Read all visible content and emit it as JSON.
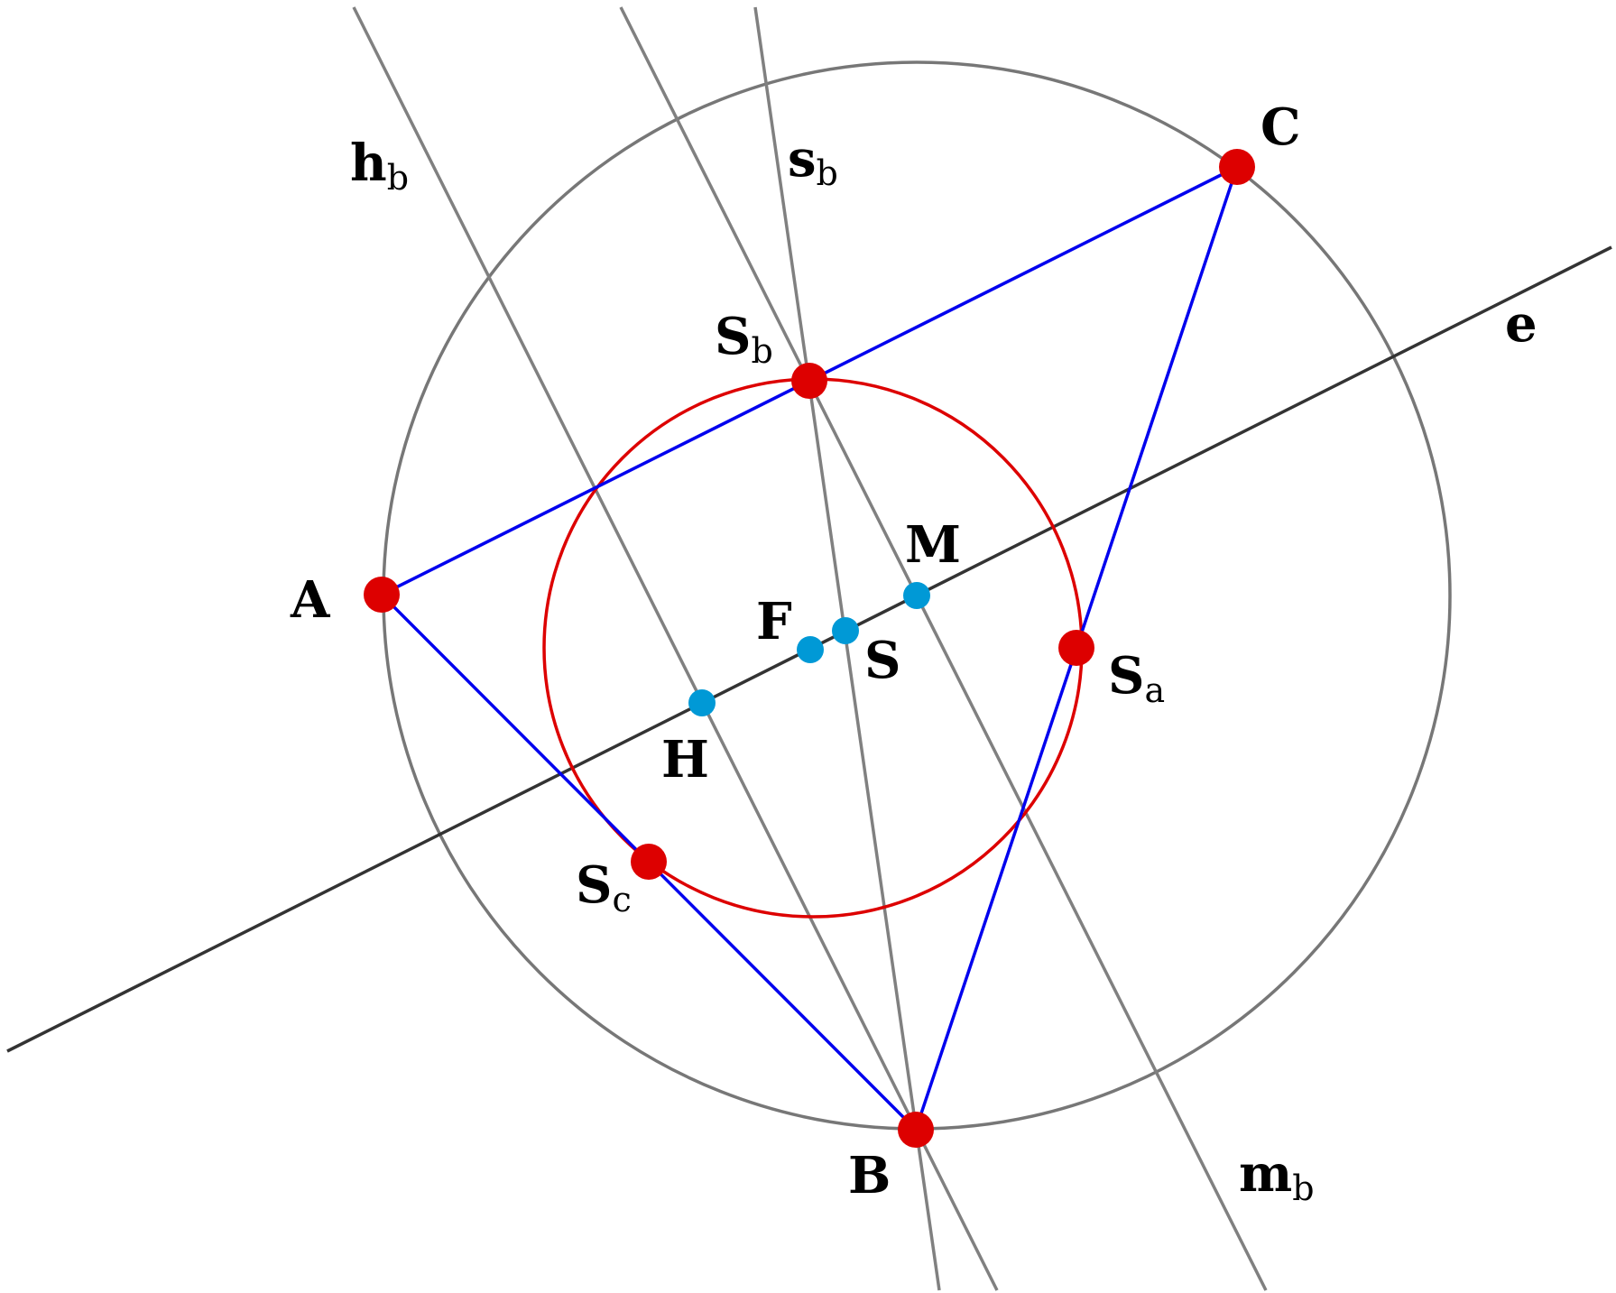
{
  "colors": {
    "triangle": "#0000ee",
    "circumcircle": "#777777",
    "nine_point_circle": "#dd0000",
    "euler_line": "#333333",
    "construction_line": "#808080",
    "vertex_point": "#dd0000",
    "center_point": "#0099d6"
  },
  "labels": {
    "A": "A",
    "B": "B",
    "C": "C",
    "S_a": "S",
    "S_a_sub": "a",
    "S_b": "S",
    "S_b_sub": "b",
    "S_c": "S",
    "S_c_sub": "c",
    "M": "M",
    "F": "F",
    "S": "S",
    "H": "H",
    "e": "e",
    "h_b": "h",
    "h_b_sub": "b",
    "s_b": "s",
    "s_b_sub": "b",
    "m_b": "m",
    "m_b_sub": "b"
  }
}
